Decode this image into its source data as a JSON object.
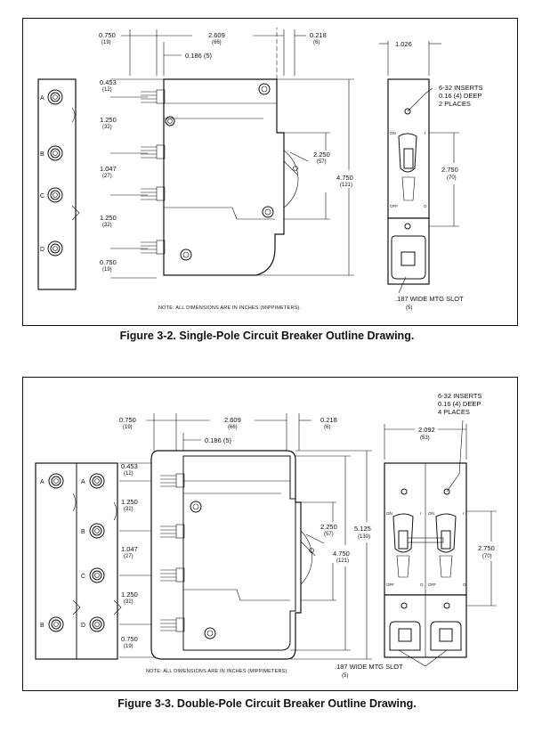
{
  "figure1": {
    "caption": "Figure 3-2.  Single-Pole Circuit Breaker Outline Drawing.",
    "note": "NOTE: ALL DIMENSIONS ARE IN INCHES (MIPPIMETERS).",
    "terminals": [
      "A",
      "B",
      "C",
      "D"
    ],
    "dims": {
      "top_left": "0.750",
      "top_left_mm": "(19)",
      "top_mid": "2.609",
      "top_mid_mm": "(66)",
      "top_right": "0.218",
      "top_right_mm": "(6)",
      "offset": "0.186  (5)",
      "v1": "0.453",
      "v1_mm": "(12)",
      "v2": "1.250",
      "v2_mm": "(32)",
      "v3": "1.047",
      "v3_mm": "(27)",
      "v4": "1.250",
      "v4_mm": "(32)",
      "v5": "0.750",
      "v5_mm": "(19)",
      "h_inner": "2.250",
      "h_inner_mm": "(57)",
      "h_total": "4.750",
      "h_total_mm": "(121)",
      "width": "1.026",
      "inserts": [
        "6-32 INSERTS",
        "0.16  (4)  DEEP",
        "2  PLACES"
      ],
      "h_side": "2.750",
      "h_side_mm": "(70)",
      "slot": ".187  WIDE  MTG  SLOT",
      "slot_mm": "(5)",
      "on": "ON",
      "off": "OFF",
      "i_mark": "I",
      "o_mark": "O"
    }
  },
  "figure2": {
    "caption": "Figure 3-3.  Double-Pole Circuit Breaker Outline Drawing.",
    "note": "NOTE: ALL DIMENSIONS ARE IN INCHES (MIPPIMETERS).",
    "terminals_left": [
      "A",
      "B"
    ],
    "terminals_mid": [
      "A",
      "B",
      "C",
      "D"
    ],
    "dims": {
      "top_left": "0.750",
      "top_left_mm": "(19)",
      "top_mid": "2.609",
      "top_mid_mm": "(66)",
      "top_right": "0.218",
      "top_right_mm": "(6)",
      "offset": "0.186  (5)",
      "v1": "0.453",
      "v1_mm": "(12)",
      "v2": "1.250",
      "v2_mm": "(32)",
      "v3": "1.047",
      "v3_mm": "(27)",
      "v4": "1.250",
      "v4_mm": "(32)",
      "v5": "0.750",
      "v5_mm": "(19)",
      "h_inner": "2.250",
      "h_inner_mm": "(57)",
      "h_mid": "4.750",
      "h_mid_mm": "(121)",
      "h_total": "5.125",
      "h_total_mm": "(130)",
      "width": "2.092",
      "width_mm": "(53)",
      "inserts": [
        "6-32 INSERTS",
        "0.16  (4)  DEEP",
        "4  PLACES"
      ],
      "h_side": "2.750",
      "h_side_mm": "(70)",
      "slot": ".187  WIDE  MTG  SLOT",
      "slot_mm": "(5)",
      "on": "ON",
      "off": "OFF",
      "i_mark": "I",
      "o_mark": "O"
    }
  }
}
